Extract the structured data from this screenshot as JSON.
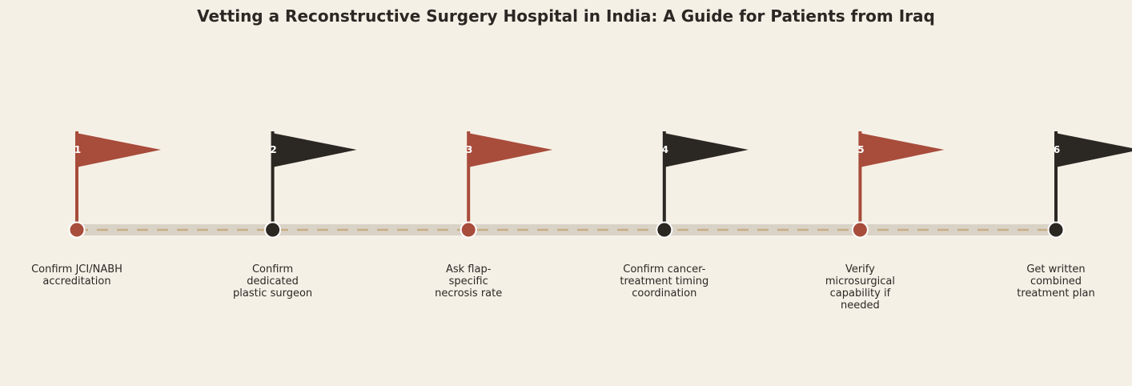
{
  "title": "Vetting a Reconstructive Surgery Hospital in India: A Guide for Patients from Iraq",
  "colors": {
    "background": "#f5f0e6",
    "accent_red": "#a84c3b",
    "accent_dark": "#2b2824",
    "track": "#d9d3c7",
    "track_dash": "#c9ad86"
  },
  "steps": [
    {
      "number": "1",
      "label": "Confirm JCI/NABH\naccreditation",
      "color": "#a84c3b"
    },
    {
      "number": "2",
      "label": "Confirm\ndedicated\nplastic surgeon",
      "color": "#2b2824"
    },
    {
      "number": "3",
      "label": "Ask flap-\nspecific\nnecrosis rate",
      "color": "#a84c3b"
    },
    {
      "number": "4",
      "label": "Confirm cancer-\ntreatment timing\ncoordination",
      "color": "#2b2824"
    },
    {
      "number": "5",
      "label": "Verify\nmicrosurgical\ncapability if\nneeded",
      "color": "#a84c3b"
    },
    {
      "number": "6",
      "label": "Get written\ncombined\ntreatment plan",
      "color": "#2b2824"
    }
  ]
}
